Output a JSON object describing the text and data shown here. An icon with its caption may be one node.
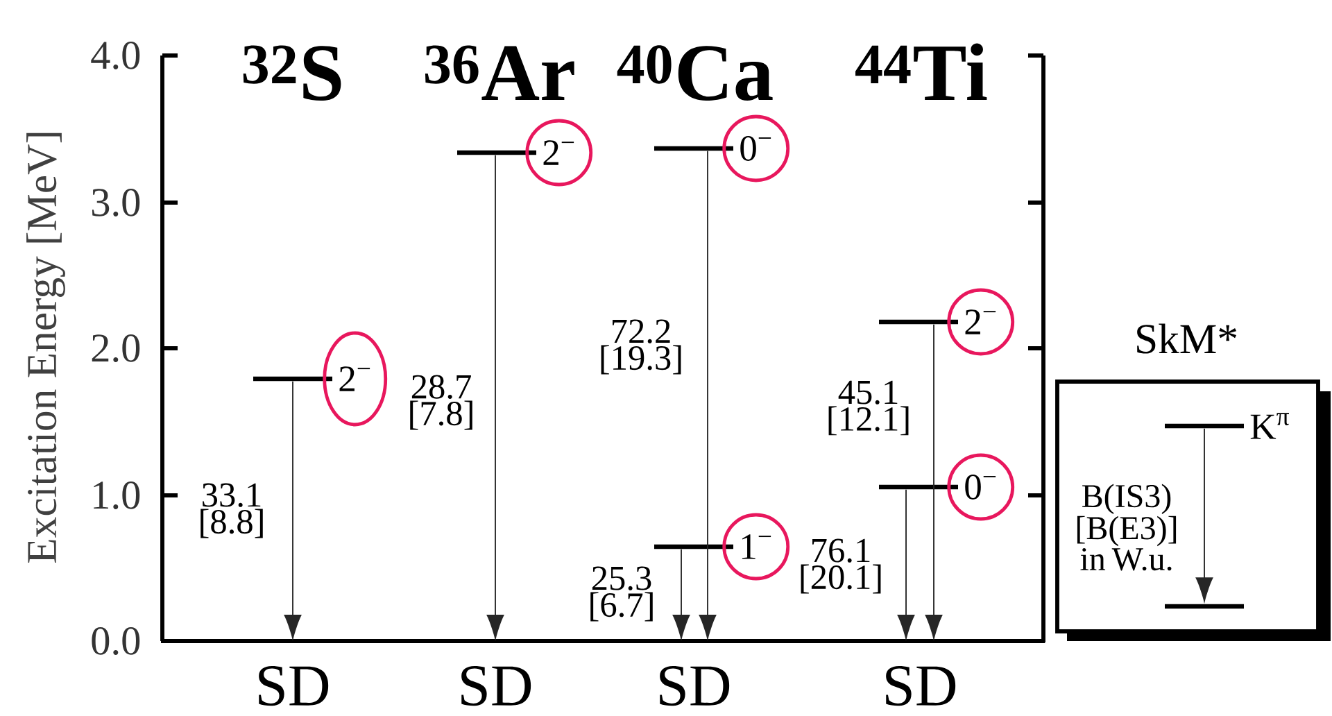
{
  "diagram": {
    "nodes": [
      {
        "text": [],
        "shape": "bar",
        "beside": [
          "2$^{−}$"
        ]
      },
      {
        "text": [
          "SD"
        ]
      },
      {
        "text": [],
        "shape": "bar",
        "beside": [
          "2$^{−}$"
        ]
      },
      {
        "text": [
          "SD"
        ]
      },
      {
        "text": [],
        "shape": "bar",
        "beside": [
          "0$^{−}$"
        ]
      },
      {
        "text": [],
        "shape": "bar",
        "beside": [
          "1$^{−}$"
        ]
      },
      {
        "text": [
          "SD"
        ]
      },
      {
        "text": [],
        "shape": "bar",
        "beside": [
          "2$^{−}$"
        ]
      },
      {
        "text": [],
        "shape": "bar",
        "beside": [
          "0$^{−}$"
        ]
      },
      {
        "text": [
          "SD"
        ]
      },
      {
        "text": [
          "SkM*",
          "B(IS3) [B(E3)] in W.u."
        ]
      },
      {
        "text": [],
        "shape": "bar",
        "beside": [
          "K$^{π}$"
        ],
        "in": 10
      },
      {
        "text": [],
        "shape": "bar",
        "in": 10
      }
    ],
    "edges": [
      {
        "from": 0,
        "to": 1,
        "arrow": "to",
        "label": "33.1 [8.8]"
      },
      {
        "from": 2,
        "to": 3,
        "arrow": "to",
        "label": "28.7 [7.8]"
      },
      {
        "from": 4,
        "to": 6,
        "arrow": "to",
        "label": "72.2 [19.3]"
      },
      {
        "from": 5,
        "to": 6,
        "arrow": "to",
        "label": "25.3 [6.7]"
      },
      {
        "from": 7,
        "to": 9,
        "arrow": "to",
        "label": "45.1 [12.1]"
      },
      {
        "from": 8,
        "to": 9,
        "arrow": "to",
        "label": "76.1 [20.1]"
      },
      {
        "from": 11,
        "to": 12,
        "arrow": "to"
      }
    ],
    "labels": [
      "$^{32}$S",
      "$^{36}$Ar",
      "$^{40}$Ca",
      "$^{44}$Ti",
      "Excitation Energy [MeV]",
      "4.0",
      "3.0",
      "2.0",
      "1.0",
      "0.0"
    ]
  }
}
